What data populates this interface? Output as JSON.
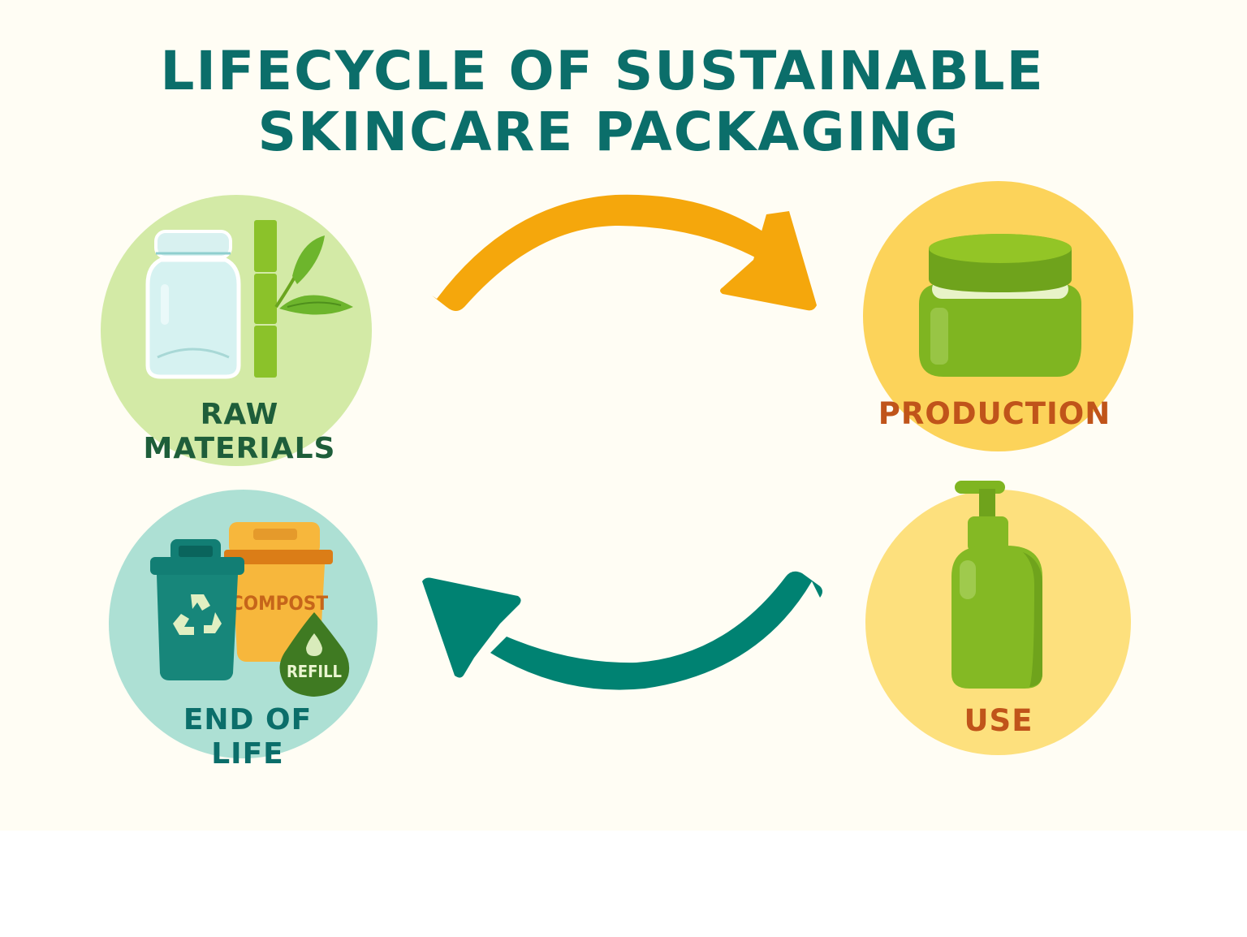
{
  "title": {
    "line1": "LIFECYCLE OF SUSTAINABLE",
    "line2": "SKINCARE PACKAGING"
  },
  "stages": [
    {
      "id": "raw-materials",
      "label_line1": "RAW",
      "label_line2": "MATERIALS",
      "icons": [
        "glass-jar-icon",
        "bamboo-icon"
      ],
      "circle_color": "#d3eaa6",
      "label_color": "#1e5e3a"
    },
    {
      "id": "production",
      "label_line1": "PRODUCTION",
      "icons": [
        "cream-jar-icon"
      ],
      "circle_color": "#fcd35a",
      "label_color": "#c0541a"
    },
    {
      "id": "use",
      "label_line1": "USE",
      "icons": [
        "pump-bottle-icon"
      ],
      "circle_color": "#fde07d",
      "label_color": "#c0541a"
    },
    {
      "id": "end-of-life",
      "label_line1": "END OF",
      "label_line2": "LIFE",
      "icons": [
        "recycle-bin-icon",
        "compost-bin-icon",
        "refill-drop-icon"
      ],
      "circle_color": "#ade0d4",
      "label_color": "#0b6e6a"
    }
  ],
  "end_of_life_badges": {
    "compost": "COMPOST",
    "refill": "REFILL"
  },
  "arrows": [
    {
      "from": "raw-materials",
      "to": "production",
      "color": "#f5a70c"
    },
    {
      "from": "use",
      "to": "end-of-life",
      "color": "#008272"
    }
  ],
  "colors": {
    "background": "#fffdf4",
    "title": "#0b6e6a"
  }
}
